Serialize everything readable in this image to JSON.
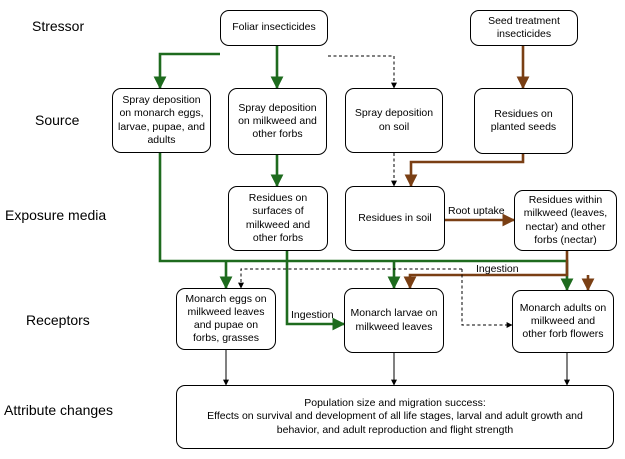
{
  "rows": {
    "stressor": "Stressor",
    "source": "Source",
    "exposure": "Exposure media",
    "receptors": "Receptors",
    "attribute": "Attribute changes"
  },
  "nodes": {
    "foliar": [
      "Foliar insecticides"
    ],
    "seed": [
      "Seed treatment",
      "insecticides"
    ],
    "spray_monarch": [
      "Spray deposition",
      "on monarch eggs,",
      "larvae, pupae, and",
      "adults"
    ],
    "spray_milkweed": [
      "Spray deposition",
      "on milkweed and",
      "other forbs"
    ],
    "spray_soil": [
      "Spray deposition",
      "on soil"
    ],
    "residues_seeds": [
      "Residues on",
      "planted seeds"
    ],
    "residues_surfaces": [
      "Residues on",
      "surfaces of",
      "milkweed and",
      "other forbs"
    ],
    "residues_soil": [
      "Residues in soil"
    ],
    "residues_within": [
      "Residues within",
      "milkweed (leaves,",
      "nectar) and other",
      "forbs (nectar)"
    ],
    "eggs": [
      "Monarch eggs on",
      "milkweed leaves",
      "and pupae on",
      "forbs, grasses"
    ],
    "larvae": [
      "Monarch larvae on",
      "milkweed leaves"
    ],
    "adults": [
      "Monarch adults on",
      "milkweed and",
      "other forb flowers"
    ],
    "attribute": [
      "Population size and migration success:",
      "Effects on survival and development of all life stages, larval and adult growth and",
      "behavior, and adult reproduction and flight strength"
    ]
  },
  "edge_labels": {
    "root_uptake": "Root uptake",
    "ingestion_left": "Ingestion",
    "ingestion_right": "Ingestion"
  },
  "colors": {
    "green": "#1e6b1e",
    "brown": "#7a3f14",
    "black": "#000000"
  }
}
